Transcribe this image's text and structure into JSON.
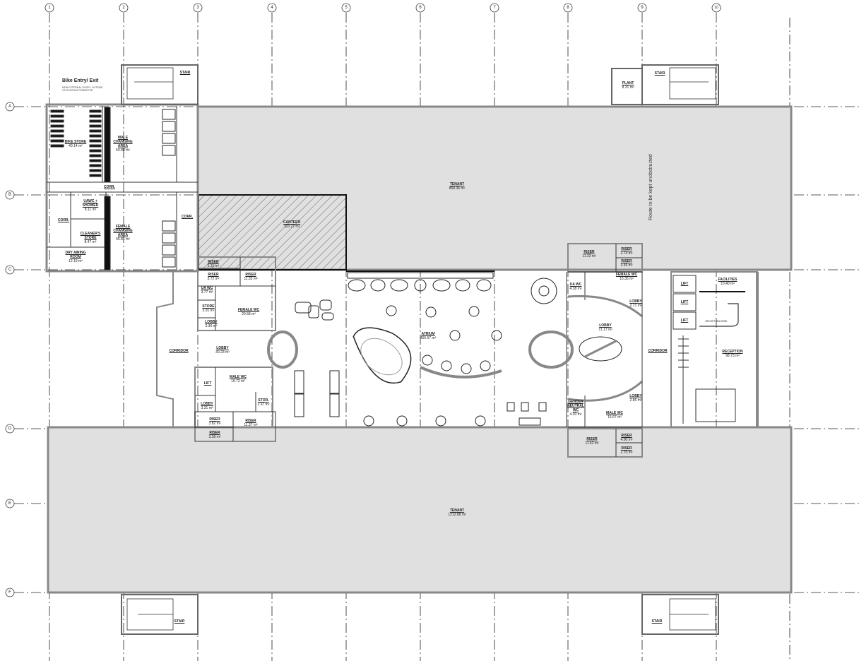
{
  "plan": {
    "grid_columns": [
      "1",
      "2",
      "3",
      "4",
      "5",
      "6",
      "7",
      "8",
      "9",
      "10"
    ],
    "grid_rows": [
      "A",
      "B",
      "C",
      "D",
      "E",
      "F"
    ],
    "bike_entry": {
      "title": "Bike Entry/ Exit",
      "note": "NEW EXTERNAL DOOR / OUTSIDE OF EXISTING PERIMETER"
    },
    "route_note": "Route to be kept unobstructed",
    "rooms": {
      "bike_store": {
        "name": "BIKE STORE",
        "area": "40.14 m²"
      },
      "male_changing": {
        "name": "MALE CHANGING AREA",
        "area": "54.88 m²"
      },
      "corr_1": {
        "name": "CORR.",
        "area": ""
      },
      "corr_2": {
        "name": "CORR.",
        "area": ""
      },
      "corr_3": {
        "name": "CORR.",
        "area": ""
      },
      "uawc_shower": {
        "name": "UAWC + SHOWER",
        "area": "8.11 m²"
      },
      "cleaners_store": {
        "name": "CLEANER'S STORE",
        "area": "8.47 m²"
      },
      "female_changing": {
        "name": "FEMALE CHANGING AREA",
        "area": "55.81 m²"
      },
      "drying_room": {
        "name": "DRY AIRING ROOM",
        "area": "12.19 m²"
      },
      "tenant_north": {
        "name": "TENANT",
        "area": "858.36 m²"
      },
      "canteen": {
        "name": "CANTEEN",
        "area": "103.27 m²"
      },
      "riser_w1": {
        "name": "RISER",
        "area": "3.31 m²"
      },
      "riser_w2": {
        "name": "RISER",
        "area": "3.72 m²"
      },
      "riser_w3": {
        "name": "RISER",
        "area": "11.33 m²"
      },
      "ua_wc_w": {
        "name": "UA WC",
        "area": "3.77 m²"
      },
      "store_w": {
        "name": "STORE",
        "area": "3.91 m²"
      },
      "female_wc_w": {
        "name": "FEMALE WC",
        "area": "20.58 m²"
      },
      "lobby_w1": {
        "name": "LOBBY",
        "area": "3.36 m²"
      },
      "corridor_w": {
        "name": "CORRIDOR",
        "area": ""
      },
      "lobby_w2": {
        "name": "LOBBY",
        "area": "30.23 m²"
      },
      "lift_w": {
        "name": "LIFT",
        "area": ""
      },
      "male_wc_w": {
        "name": "MALE WC",
        "area": "19.72 m²"
      },
      "lobby_w3": {
        "name": "LOBBY",
        "area": "3.31 m²"
      },
      "stor_w": {
        "name": "STOR.",
        "area": "2.67 m²"
      },
      "riser_w4": {
        "name": "RISER",
        "area": "3.82 m²"
      },
      "riser_w5": {
        "name": "RISER",
        "area": "11.37 m²"
      },
      "riser_w6": {
        "name": "RISER",
        "area": "3.39 m²"
      },
      "atrium": {
        "name": "ATRIUM",
        "area": "466.57 m²"
      },
      "riser_e1": {
        "name": "RISER",
        "area": "11.33 m²"
      },
      "riser_e2": {
        "name": "RISER",
        "area": "2.74 m²"
      },
      "riser_e3": {
        "name": "RISER",
        "area": "3.69 m²"
      },
      "ua_wc_e": {
        "name": "UA WC",
        "area": "4.38 m²"
      },
      "female_wc_e": {
        "name": "FEMALE WC",
        "area": "15.35 m²"
      },
      "lobby_e1": {
        "name": "LOBBY",
        "area": "2.71 m²"
      },
      "lobby_e2": {
        "name": "LOBBY",
        "area": "71.17 m²"
      },
      "corridor_e": {
        "name": "CORRIDOR",
        "area": ""
      },
      "lift_e1": {
        "name": "LIFT",
        "area": ""
      },
      "lift_e2": {
        "name": "LIFT",
        "area": ""
      },
      "lift_e3": {
        "name": "LIFT",
        "area": ""
      },
      "facilities": {
        "name": "FACILITIES",
        "area": "10.40 m²"
      },
      "reception_desk": {
        "name": "RECEPTION DESK",
        "area": ""
      },
      "reception": {
        "name": "RECEPTION",
        "area": "98.73 m²"
      },
      "gender_neutral_wc": {
        "name": "GENDER NEUTRAL WC",
        "area": "4.30 m²"
      },
      "male_wc_e": {
        "name": "MALE WC",
        "area": "15.67 m²"
      },
      "lobby_e3": {
        "name": "LOBBY",
        "area": "2.86 m²"
      },
      "riser_e4": {
        "name": "RISER",
        "area": "11.42 m²"
      },
      "riser_e5": {
        "name": "RISER",
        "area": "4.00 m²"
      },
      "riser_e6": {
        "name": "RISER",
        "area": "2.70 m²"
      },
      "plant": {
        "name": "PLANT",
        "area": "8.31 m²"
      },
      "stair_nw": {
        "name": "STAIR",
        "area": ""
      },
      "stair_ne": {
        "name": "STAIR",
        "area": ""
      },
      "stair_sw": {
        "name": "STAIR",
        "area": ""
      },
      "stair_se": {
        "name": "STAIR",
        "area": ""
      },
      "tenant_south": {
        "name": "TENANT",
        "area": "1212.88 m²"
      }
    },
    "colors": {
      "tenant_fill": "#e0e0e0",
      "wall": "#8a8a8a",
      "line": "#1a1a1a",
      "hatch": "#555555"
    }
  }
}
